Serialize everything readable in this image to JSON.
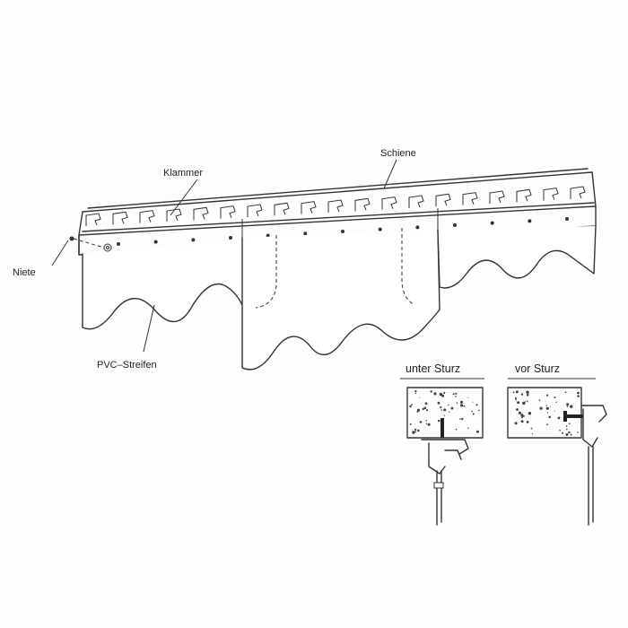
{
  "labels": {
    "schiene": "Schiene",
    "klammer": "Klammer",
    "niete": "Niete",
    "pvc_streifen": "PVC–Streifen"
  },
  "details": {
    "under_lintel": "unter Sturz",
    "in_front_of_lintel": "vor Sturz"
  }
}
